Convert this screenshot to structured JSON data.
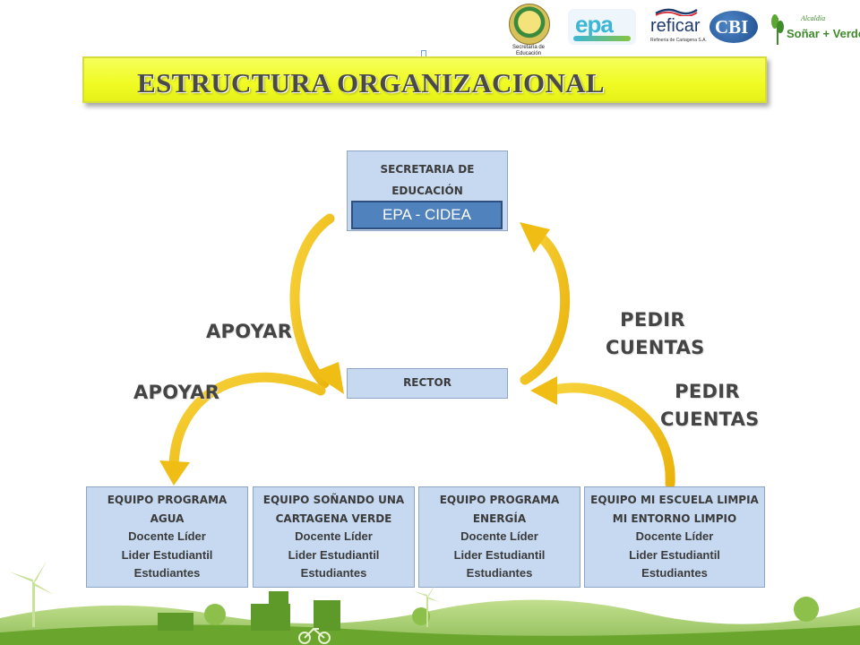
{
  "logos": {
    "seal_caption": "Secretaría de Educación",
    "epa": "epa",
    "reficar": "reficar",
    "reficar_sub": "Refinería de Cartagena S.A.",
    "cbi": "CBI",
    "sonar_pre": "Alcaldía",
    "sonar": "Soñar + Verde"
  },
  "title": "ESTRUCTURA ORGANIZACIONAL",
  "secretaria": {
    "line1": "SECRETARIA DE",
    "line2": "EDUCACIÓN"
  },
  "epa_cidea": "EPA - CIDEA",
  "rector": "RECTOR",
  "labels": {
    "apoyar_upper": "APOYAR",
    "apoyar_lower": "APOYAR",
    "pedir_upper_1": "PEDIR",
    "pedir_upper_2": "CUENTAS",
    "pedir_lower_1": "PEDIR",
    "pedir_lower_2": "CUENTAS"
  },
  "teams": [
    {
      "name_1": "EQUIPO PROGRAMA",
      "name_2": "AGUA",
      "role_1": "Docente Líder",
      "role_2": "Lider Estudiantil",
      "role_3": "Estudiantes"
    },
    {
      "name_1": "EQUIPO SOÑANDO UNA",
      "name_2": "CARTAGENA VERDE",
      "role_1": "Docente Líder",
      "role_2": "Lider Estudiantil",
      "role_3": "Estudiantes"
    },
    {
      "name_1": "EQUIPO PROGRAMA",
      "name_2": "ENERGÍA",
      "role_1": "Docente Líder",
      "role_2": "Lider Estudiantil",
      "role_3": "Estudiantes"
    },
    {
      "name_1": "EQUIPO MI ESCUELA LIMPIA",
      "name_2": "MI ENTORNO LIMPIO",
      "role_1": "Docente Líder",
      "role_2": "Lider Estudiantil",
      "role_3": "Estudiantes"
    }
  ],
  "colors": {
    "box_fill": "#c6d9f1",
    "box_border": "#8ea6c4",
    "epa_fill": "#5082bd",
    "banner_fill": "#f0fb23",
    "arrow": "#f5c518",
    "scenery": "#7bb23c"
  }
}
